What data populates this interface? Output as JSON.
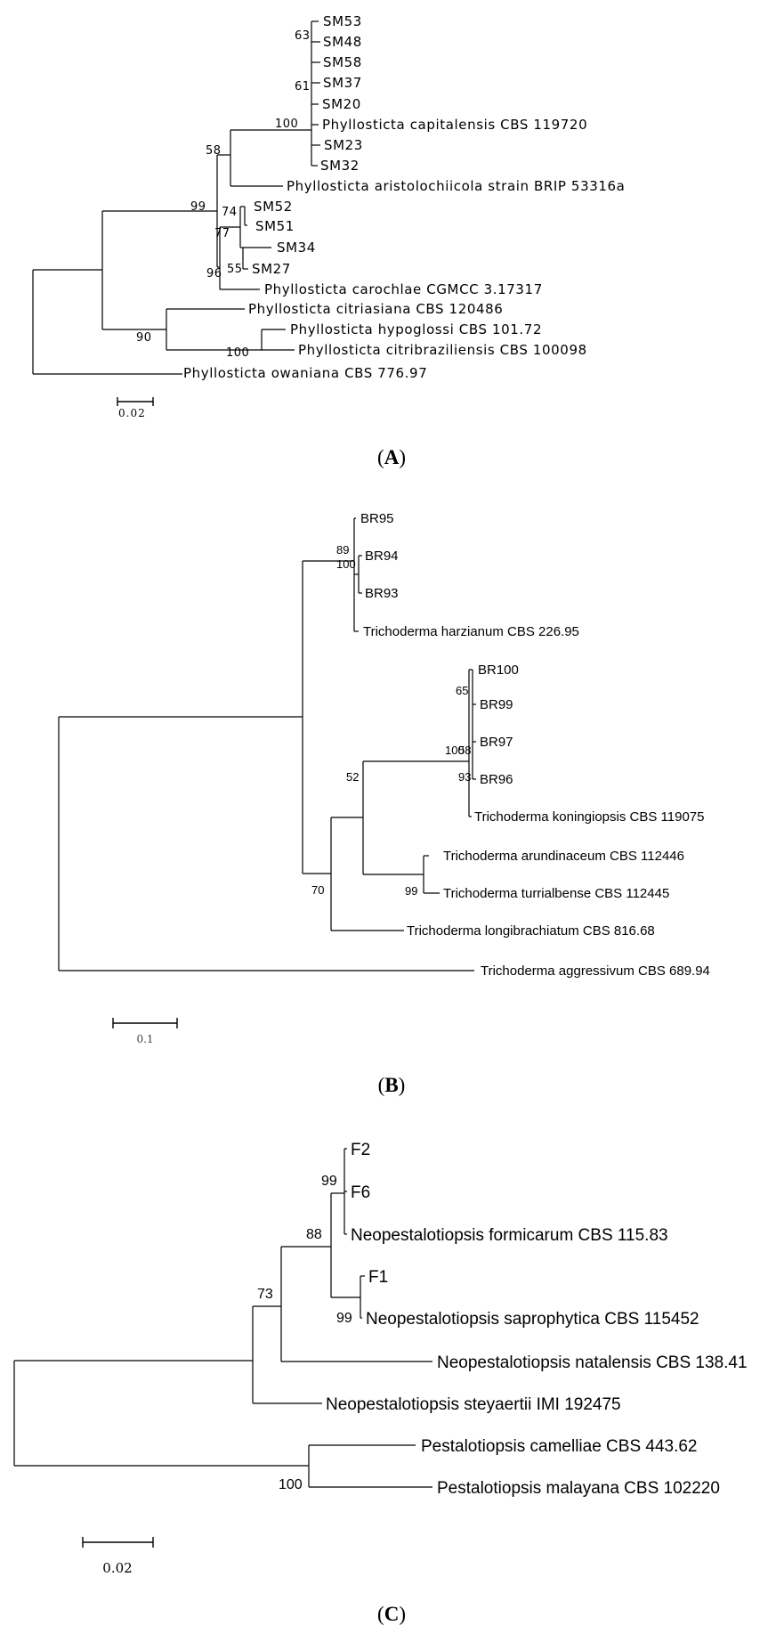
{
  "panels": [
    {
      "id": "A",
      "label_pre": "(",
      "label": "A",
      "label_post": ")",
      "scale_label": "0.02",
      "taxa": [
        "SM53",
        "SM48",
        "SM58",
        "SM37",
        "SM20",
        "Phyllosticta capitalensis CBS 119720",
        "SM23",
        "SM32",
        "Phyllosticta aristolochiicola strain BRIP 53316a",
        "SM52",
        "SM51",
        "SM34",
        "SM27",
        "Phyllosticta carochlae CGMCC 3.17317",
        "Phyllosticta citriasiana CBS 120486",
        "Phyllosticta hypoglossi CBS 101.72",
        "Phyllosticta citribraziliensis CBS 100098",
        "Phyllosticta owaniana CBS 776.97"
      ],
      "support": [
        "63",
        "61",
        "100",
        "58",
        "99",
        "74",
        "77",
        "55",
        "96",
        "90",
        "100"
      ]
    },
    {
      "id": "B",
      "label_pre": "(",
      "label": "B",
      "label_post": ")",
      "scale_label": "0.1",
      "taxa": [
        "BR95",
        "BR94",
        "BR93",
        "Trichoderma harzianum CBS 226.95",
        "BR100",
        "BR99",
        "BR97",
        "BR96",
        "Trichoderma koningiopsis CBS 119075",
        "Trichoderma arundinaceum CBS 112446",
        "Trichoderma turrialbense CBS 112445",
        "Trichoderma longibrachiatum CBS 816.68",
        "Trichoderma aggressivum CBS 689.94"
      ],
      "support": [
        "89",
        "100",
        "65",
        "100",
        "58",
        "93",
        "52",
        "99",
        "70"
      ]
    },
    {
      "id": "C",
      "label_pre": "(",
      "label": "C",
      "label_post": ")",
      "scale_label": "0.02",
      "taxa": [
        "F2",
        "F6",
        "Neopestalotiopsis formicarum CBS 115.83",
        "F1",
        "Neopestalotiopsis saprophytica CBS 115452",
        "Neopestalotiopsis natalensis CBS 138.41",
        "Neopestalotiopsis steyaertii IMI 192475",
        "Pestalotiopsis camelliae CBS 443.62",
        "Pestalotiopsis malayana CBS 102220"
      ],
      "support": [
        "99",
        "88",
        "99",
        "73",
        "100"
      ]
    }
  ]
}
